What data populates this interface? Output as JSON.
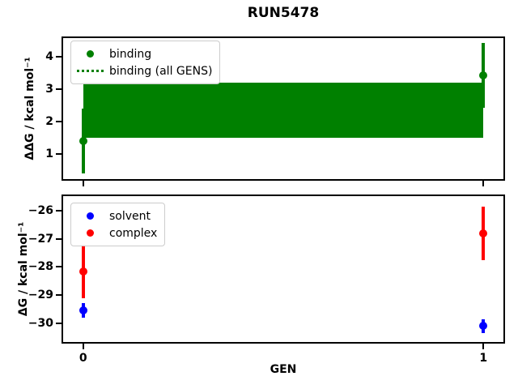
{
  "figure": {
    "title": "RUN5478",
    "background": "#ffffff",
    "frame_color": "#000000"
  },
  "chart_data": [
    {
      "type": "scatter",
      "title": "RUN5478",
      "ylabel": "ΔΔG / kcal mol⁻¹",
      "xlabel": "",
      "x": [
        0,
        1
      ],
      "xlim": [
        -0.05,
        1.05
      ],
      "ylim": [
        0.225,
        4.575
      ],
      "yticks": [
        1,
        2,
        3,
        4
      ],
      "xticks": [
        0,
        1
      ],
      "show_xtick_labels": false,
      "grid": false,
      "legend_position": "upper left",
      "series": [
        {
          "name": "binding",
          "color": "#008000",
          "marker": "circle",
          "legend_marker": "dot",
          "y": [
            1.4,
            3.43
          ],
          "yerr": [
            1.0,
            1.0
          ]
        },
        {
          "name": "binding (all GENS)",
          "color": "#008000",
          "legend_marker": "dotted-line",
          "linestyle": "dotted",
          "center": 2.35,
          "band": {
            "low": 1.5,
            "high": 3.2
          }
        }
      ]
    },
    {
      "type": "scatter",
      "title": "",
      "ylabel": "ΔG / kcal mol⁻¹",
      "xlabel": "GEN",
      "x": [
        0,
        1
      ],
      "xlim": [
        -0.05,
        1.05
      ],
      "ylim": [
        -30.67,
        -25.48
      ],
      "yticks": [
        -26,
        -27,
        -28,
        -29,
        -30
      ],
      "xticks": [
        0,
        1
      ],
      "show_xtick_labels": true,
      "grid": false,
      "legend_position": "upper left",
      "series": [
        {
          "name": "solvent",
          "color": "#0000ff",
          "marker": "circle",
          "legend_marker": "dot",
          "y": [
            -29.55,
            -30.1
          ],
          "yerr": [
            0.25,
            0.25
          ]
        },
        {
          "name": "complex",
          "color": "#ff0000",
          "marker": "circle",
          "legend_marker": "dot",
          "y": [
            -28.15,
            -26.8
          ],
          "yerr": [
            0.95,
            0.95
          ]
        }
      ]
    }
  ]
}
